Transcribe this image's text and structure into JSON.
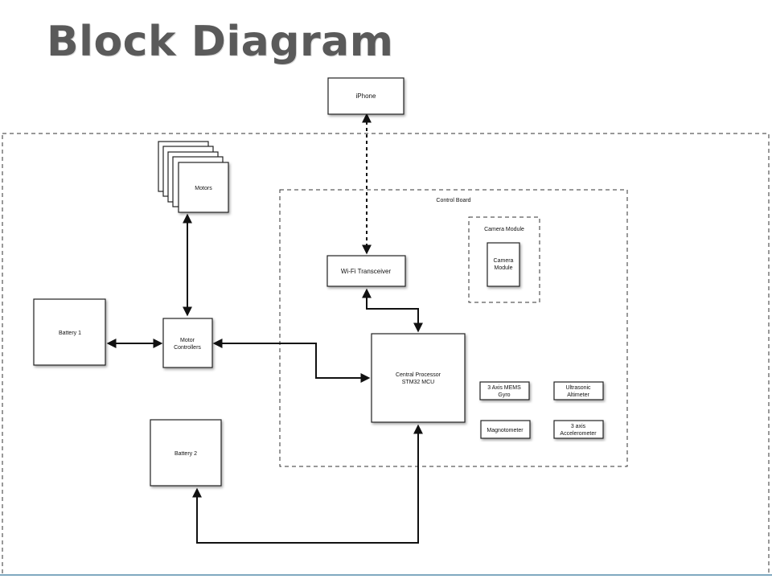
{
  "title": "Block Diagram",
  "blocks": {
    "iphone": "iPhone",
    "motors": "Motors",
    "wifi": "Wi-Fi Transceiver",
    "battery1": "Battery 1",
    "motor_controllers": [
      "Motor",
      "Controllers"
    ],
    "central_processor": [
      "Central Processor",
      "STM32 MCU"
    ],
    "battery2": "Battery 2",
    "camera_module": [
      "Camera",
      "Module"
    ],
    "gyro": [
      "3 Axis MEMS",
      "Gyro"
    ],
    "altimeter": [
      "Ultrasonic",
      "Altimeter"
    ],
    "magnetometer": "Magnotometer",
    "accelerometer": [
      "3 axis",
      "Accelerometer"
    ]
  },
  "groups": {
    "control_board": "Control Board",
    "camera_module_group": "Camera Module"
  },
  "connections": [
    {
      "from": "iPhone",
      "to": "Wi-Fi Transceiver",
      "style": "dashed",
      "arrows": "both"
    },
    {
      "from": "Motors",
      "to": "Motor Controllers",
      "style": "solid",
      "arrows": "both"
    },
    {
      "from": "Battery 1",
      "to": "Motor Controllers",
      "style": "solid",
      "arrows": "both"
    },
    {
      "from": "Motor Controllers",
      "to": "Central Processor",
      "style": "solid",
      "arrows": "both"
    },
    {
      "from": "Wi-Fi Transceiver",
      "to": "Central Processor",
      "style": "solid",
      "arrows": "both"
    },
    {
      "from": "Battery 2",
      "to": "Central Processor",
      "style": "solid",
      "arrows": "both"
    }
  ]
}
